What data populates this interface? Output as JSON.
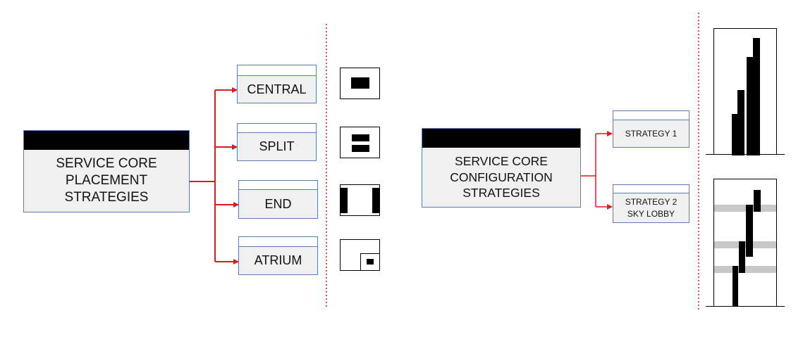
{
  "placement": {
    "title": "SERVICE CORE\nPLACEMENT\nSTRATEGIES",
    "options": [
      {
        "label": "CENTRAL",
        "icon": "central-core-icon"
      },
      {
        "label": "SPLIT",
        "icon": "split-core-icon"
      },
      {
        "label": "END",
        "icon": "end-core-icon"
      },
      {
        "label": "ATRIUM",
        "icon": "atrium-core-icon"
      }
    ]
  },
  "configuration": {
    "title": "SERVICE CORE\nCONFIGURATION\nSTRATEGIES",
    "strategies": [
      {
        "label": "STRATEGY 1",
        "icon": "stepped-cores-icon"
      },
      {
        "label": "STRATEGY 2\nSKY LOBBY",
        "icon": "sky-lobby-cores-icon"
      }
    ]
  },
  "colors": {
    "arrow": "#e31a1a",
    "divider": "#e31a1a",
    "box_border": "#5b7fb4",
    "box_fill": "#f0f0f0",
    "sky_lobby_band": "#c8c8c8"
  }
}
